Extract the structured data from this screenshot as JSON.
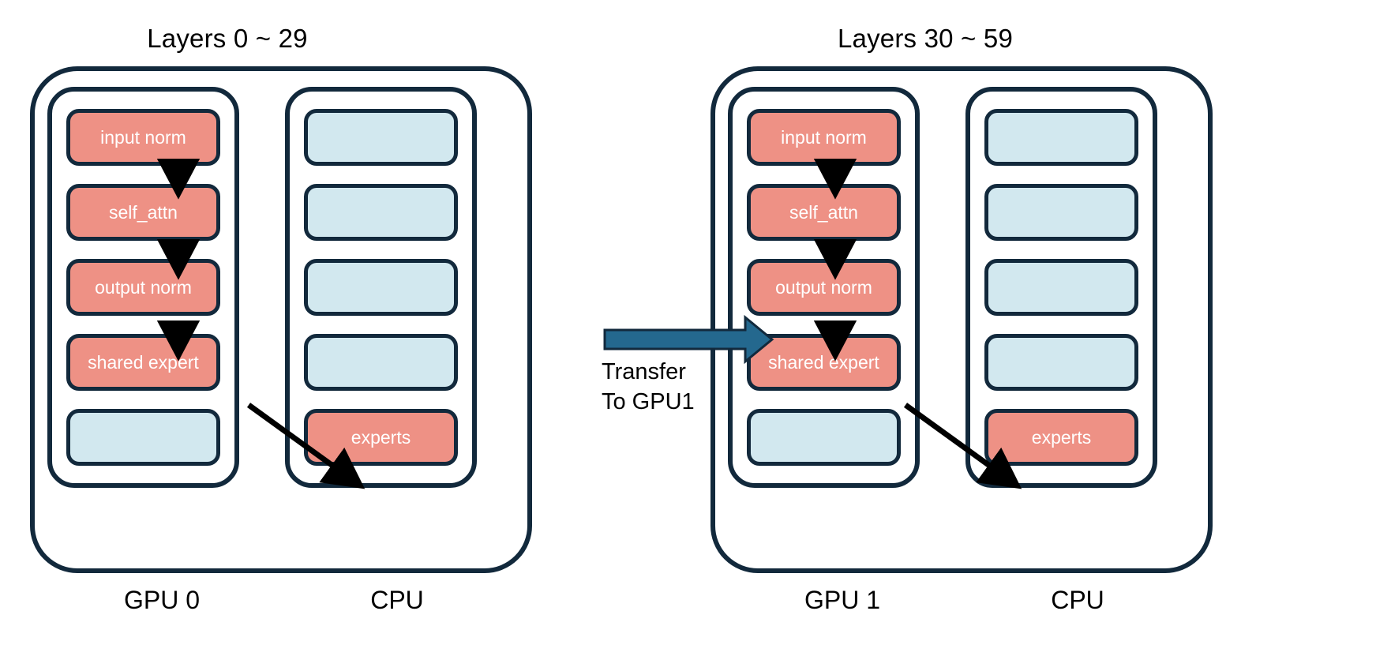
{
  "diagram": {
    "title": "MoE layer offloading across two GPUs with CPU-resident experts",
    "background_color": "#FFFFFF"
  },
  "colors": {
    "border": "#12293C",
    "gpu_module": "#EE9185",
    "cpu_module": "#D2E8EF",
    "transfer_arrow": "#24688E",
    "flow_arrow": "#000000",
    "text_on_module": "#FFFFFF",
    "text_label": "#000000"
  },
  "panels": [
    {
      "id": "panel-left",
      "title": "Layers 0 ~ 29",
      "devices": {
        "gpu_label": "GPU 0",
        "cpu_label": "CPU"
      },
      "gpu_column": [
        {
          "label": "input norm",
          "kind": "gpu_module"
        },
        {
          "label": "self_attn",
          "kind": "gpu_module"
        },
        {
          "label": "output norm",
          "kind": "gpu_module"
        },
        {
          "label": "shared expert",
          "kind": "gpu_module"
        },
        {
          "label": "",
          "kind": "cpu_module"
        }
      ],
      "cpu_column": [
        {
          "label": "",
          "kind": "cpu_module"
        },
        {
          "label": "",
          "kind": "cpu_module"
        },
        {
          "label": "",
          "kind": "cpu_module"
        },
        {
          "label": "",
          "kind": "cpu_module"
        },
        {
          "label": "experts",
          "kind": "gpu_module"
        }
      ]
    },
    {
      "id": "panel-right",
      "title": "Layers 30 ~ 59",
      "devices": {
        "gpu_label": "GPU 1",
        "cpu_label": "CPU"
      },
      "gpu_column": [
        {
          "label": "input norm",
          "kind": "gpu_module"
        },
        {
          "label": "self_attn",
          "kind": "gpu_module"
        },
        {
          "label": "output norm",
          "kind": "gpu_module"
        },
        {
          "label": "shared expert",
          "kind": "gpu_module"
        },
        {
          "label": "",
          "kind": "cpu_module"
        }
      ],
      "cpu_column": [
        {
          "label": "",
          "kind": "cpu_module"
        },
        {
          "label": "",
          "kind": "cpu_module"
        },
        {
          "label": "",
          "kind": "cpu_module"
        },
        {
          "label": "",
          "kind": "cpu_module"
        },
        {
          "label": "experts",
          "kind": "gpu_module"
        }
      ]
    }
  ],
  "transfer": {
    "caption_line1": "Transfer",
    "caption_line2": "To GPU1",
    "direction": "left-to-right"
  }
}
